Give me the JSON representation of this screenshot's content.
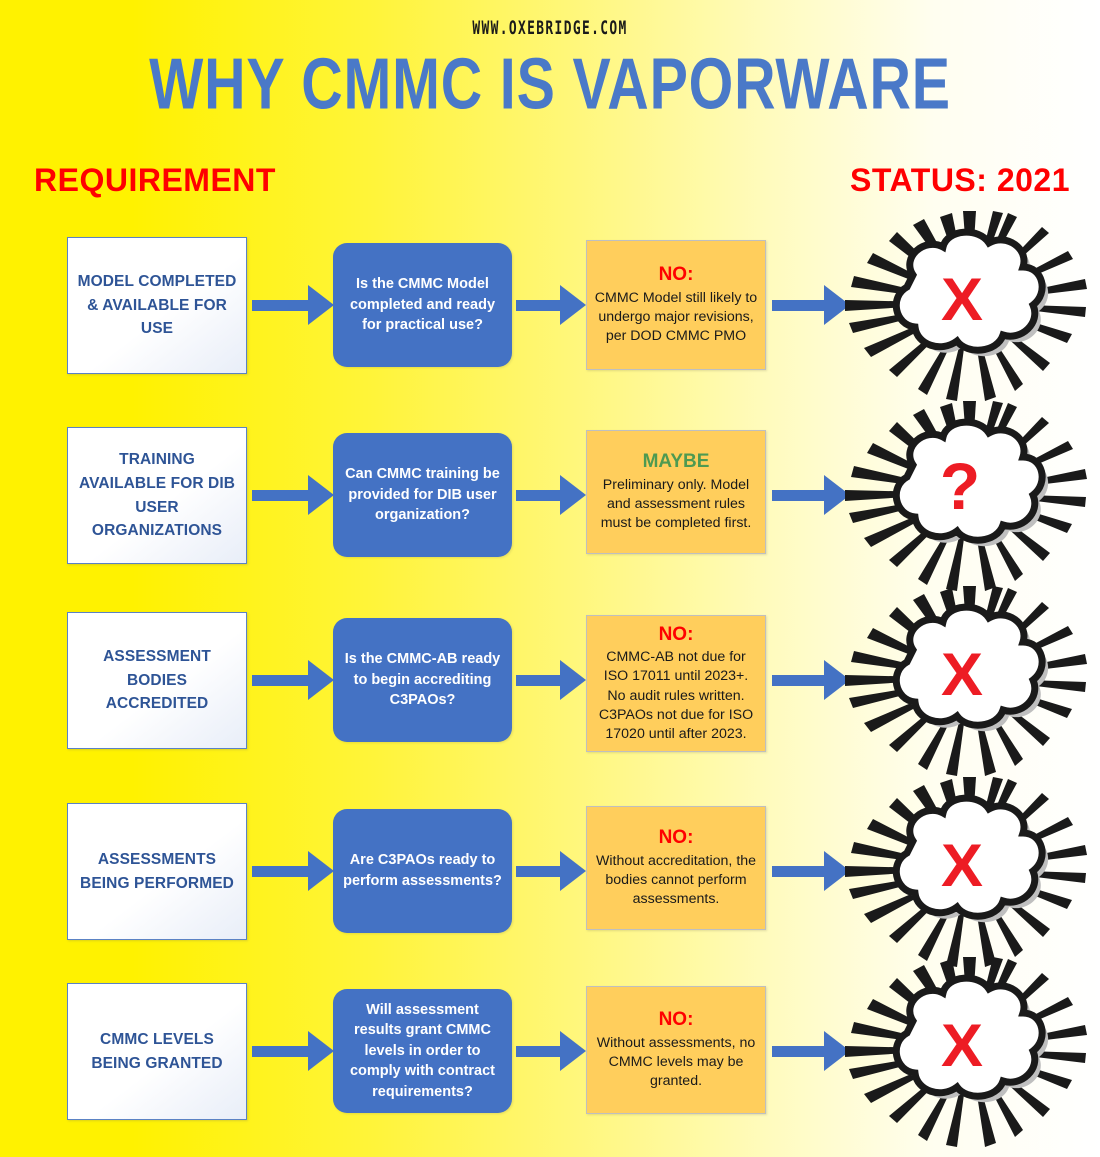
{
  "header": {
    "site_url": "WWW.OXEBRIDGE.COM",
    "title": "WHY CMMC IS VAPORWARE",
    "left_column_label": "REQUIREMENT",
    "right_column_label": "STATUS: 2021"
  },
  "colors": {
    "background_left": "#FFF200",
    "background_right": "#FFFFFF",
    "title_blue": "#4A79C8",
    "header_red": "#FF0000",
    "question_box_blue": "#4472C4",
    "status_box_amber": "#FFCE5C",
    "requirement_text_blue": "#2E5496",
    "status_no_red": "#FF0000",
    "status_maybe_green": "#4E9A51",
    "arrow_blue": "#4472C4",
    "mark_red": "#ED1C24"
  },
  "rows": [
    {
      "requirement": "MODEL COMPLETED & AVAILABLE FOR USE",
      "question": "Is the CMMC Model completed and ready for practical use?",
      "status_title": "NO:",
      "status_kind": "no",
      "status_body": "CMMC Model still likely to undergo major revisions, per DOD CMMC PMO",
      "outcome_icon": "x-mark-cloud-burst",
      "outcome_glyph": "X"
    },
    {
      "requirement": "TRAINING AVAILABLE FOR DIB USER ORGANIZATIONS",
      "question": "Can CMMC training be provided for DIB user organization?",
      "status_title": "MAYBE",
      "status_kind": "maybe",
      "status_body": "Preliminary only. Model and assessment rules must be completed first.",
      "outcome_icon": "question-mark-cloud-burst",
      "outcome_glyph": "?"
    },
    {
      "requirement": "ASSESSMENT BODIES ACCREDITED",
      "question": "Is the CMMC-AB ready to begin accrediting C3PAOs?",
      "status_title": "NO:",
      "status_kind": "no",
      "status_body": "CMMC-AB not due for ISO 17011 until 2023+. No audit rules written. C3PAOs not due for ISO 17020 until after 2023.",
      "outcome_icon": "x-mark-cloud-burst",
      "outcome_glyph": "X"
    },
    {
      "requirement": "ASSESSMENTS BEING PERFORMED",
      "question": "Are C3PAOs ready to perform assessments?",
      "status_title": "NO:",
      "status_kind": "no",
      "status_body": "Without accreditation, the bodies cannot perform assessments.",
      "outcome_icon": "x-mark-cloud-burst",
      "outcome_glyph": "X"
    },
    {
      "requirement": "CMMC LEVELS BEING GRANTED",
      "question": "Will assessment results grant CMMC levels in order to comply with contract requirements?",
      "status_title": "NO:",
      "status_kind": "no",
      "status_body": "Without assessments, no CMMC levels may be granted.",
      "outcome_icon": "x-mark-cloud-burst",
      "outcome_glyph": "X"
    }
  ]
}
